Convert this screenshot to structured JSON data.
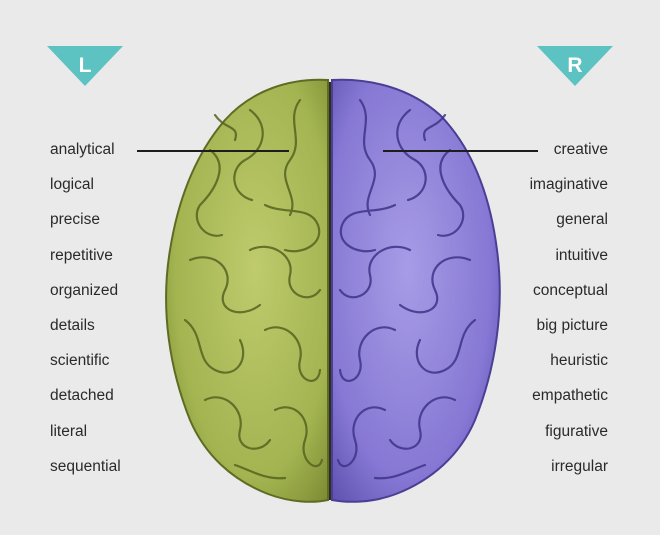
{
  "left_hemisphere": {
    "letter": "L",
    "accent_color": "#5cc2c2",
    "fill_color": "#a8b85a",
    "traits": [
      "analytical",
      "logical",
      "precise",
      "repetitive",
      "organized",
      "details",
      "scientific",
      "detached",
      "literal",
      "sequential"
    ]
  },
  "right_hemisphere": {
    "letter": "R",
    "accent_color": "#5cc2c2",
    "fill_color": "#8c80d8",
    "traits": [
      "creative",
      "imaginative",
      "general",
      "intuitive",
      "conceptual",
      "big picture",
      "heuristic",
      "empathetic",
      "figurative",
      "irregular"
    ]
  }
}
